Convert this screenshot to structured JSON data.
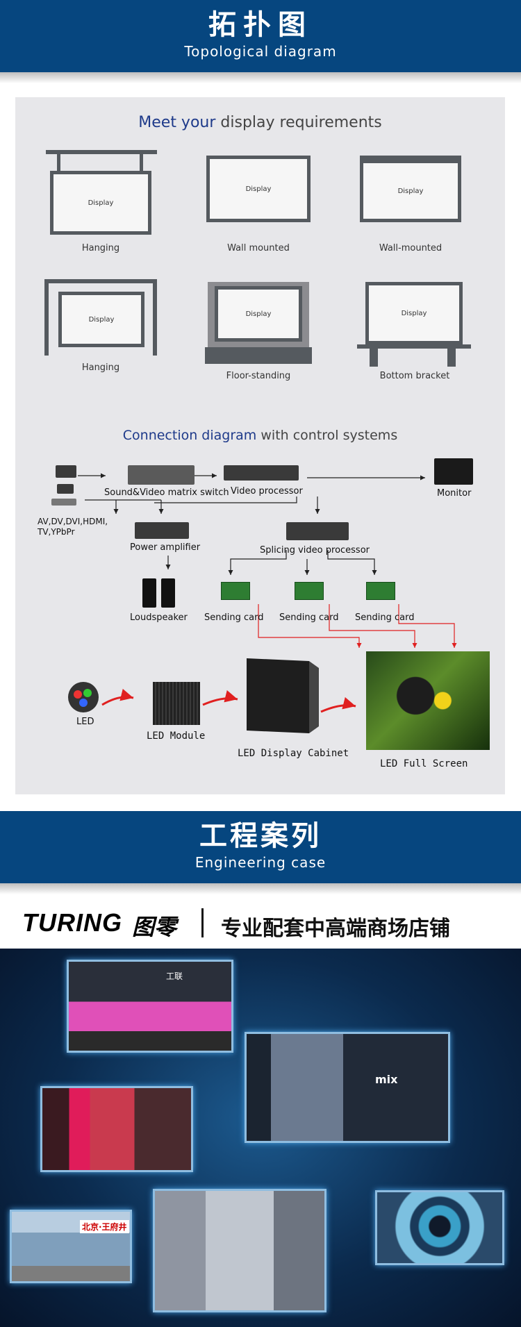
{
  "topology": {
    "title_cn": "拓扑图",
    "title_en": "Topological diagram",
    "panel_title_highlight": "Meet your",
    "panel_title_rest": "display requirements",
    "display_text": "Display",
    "mounts": [
      {
        "label": "Hanging"
      },
      {
        "label": "Wall mounted"
      },
      {
        "label": "Wall-mounted"
      },
      {
        "label": "Hanging"
      },
      {
        "label": "Floor-standing"
      },
      {
        "label": "Bottom bracket"
      }
    ],
    "connection_title_highlight": "Connection diagram",
    "connection_title_rest": "with control systems",
    "nodes": {
      "inputs": "AV,DV,DVI,HDMI,\nTV,YPbPr",
      "matrix": "Sound&Video matrix switch",
      "processor": "Video processor",
      "monitor": "Monitor",
      "amplifier": "Power amplifier",
      "splicer": "Splicing video processor",
      "loudspeaker": "Loudspeaker",
      "sending1": "Sending card",
      "sending2": "Sending card",
      "sending3": "Sending card",
      "led": "LED",
      "module": "LED Module",
      "cabinet": "LED Display Cabinet",
      "screen": "LED Full Screen"
    }
  },
  "engineering": {
    "title_cn": "工程案列",
    "title_en": "Engineering case",
    "brand_en": "TURING",
    "brand_cn": "图零",
    "slogan": "专业配套中高端商场店铺",
    "case_sign_1": "工联",
    "case_sign_2": "北京·王府井",
    "case_sign_3": "mix"
  },
  "colors": {
    "banner": "#06467f",
    "arrow_red": "#e02020",
    "title_blue": "#1e3a8a"
  }
}
